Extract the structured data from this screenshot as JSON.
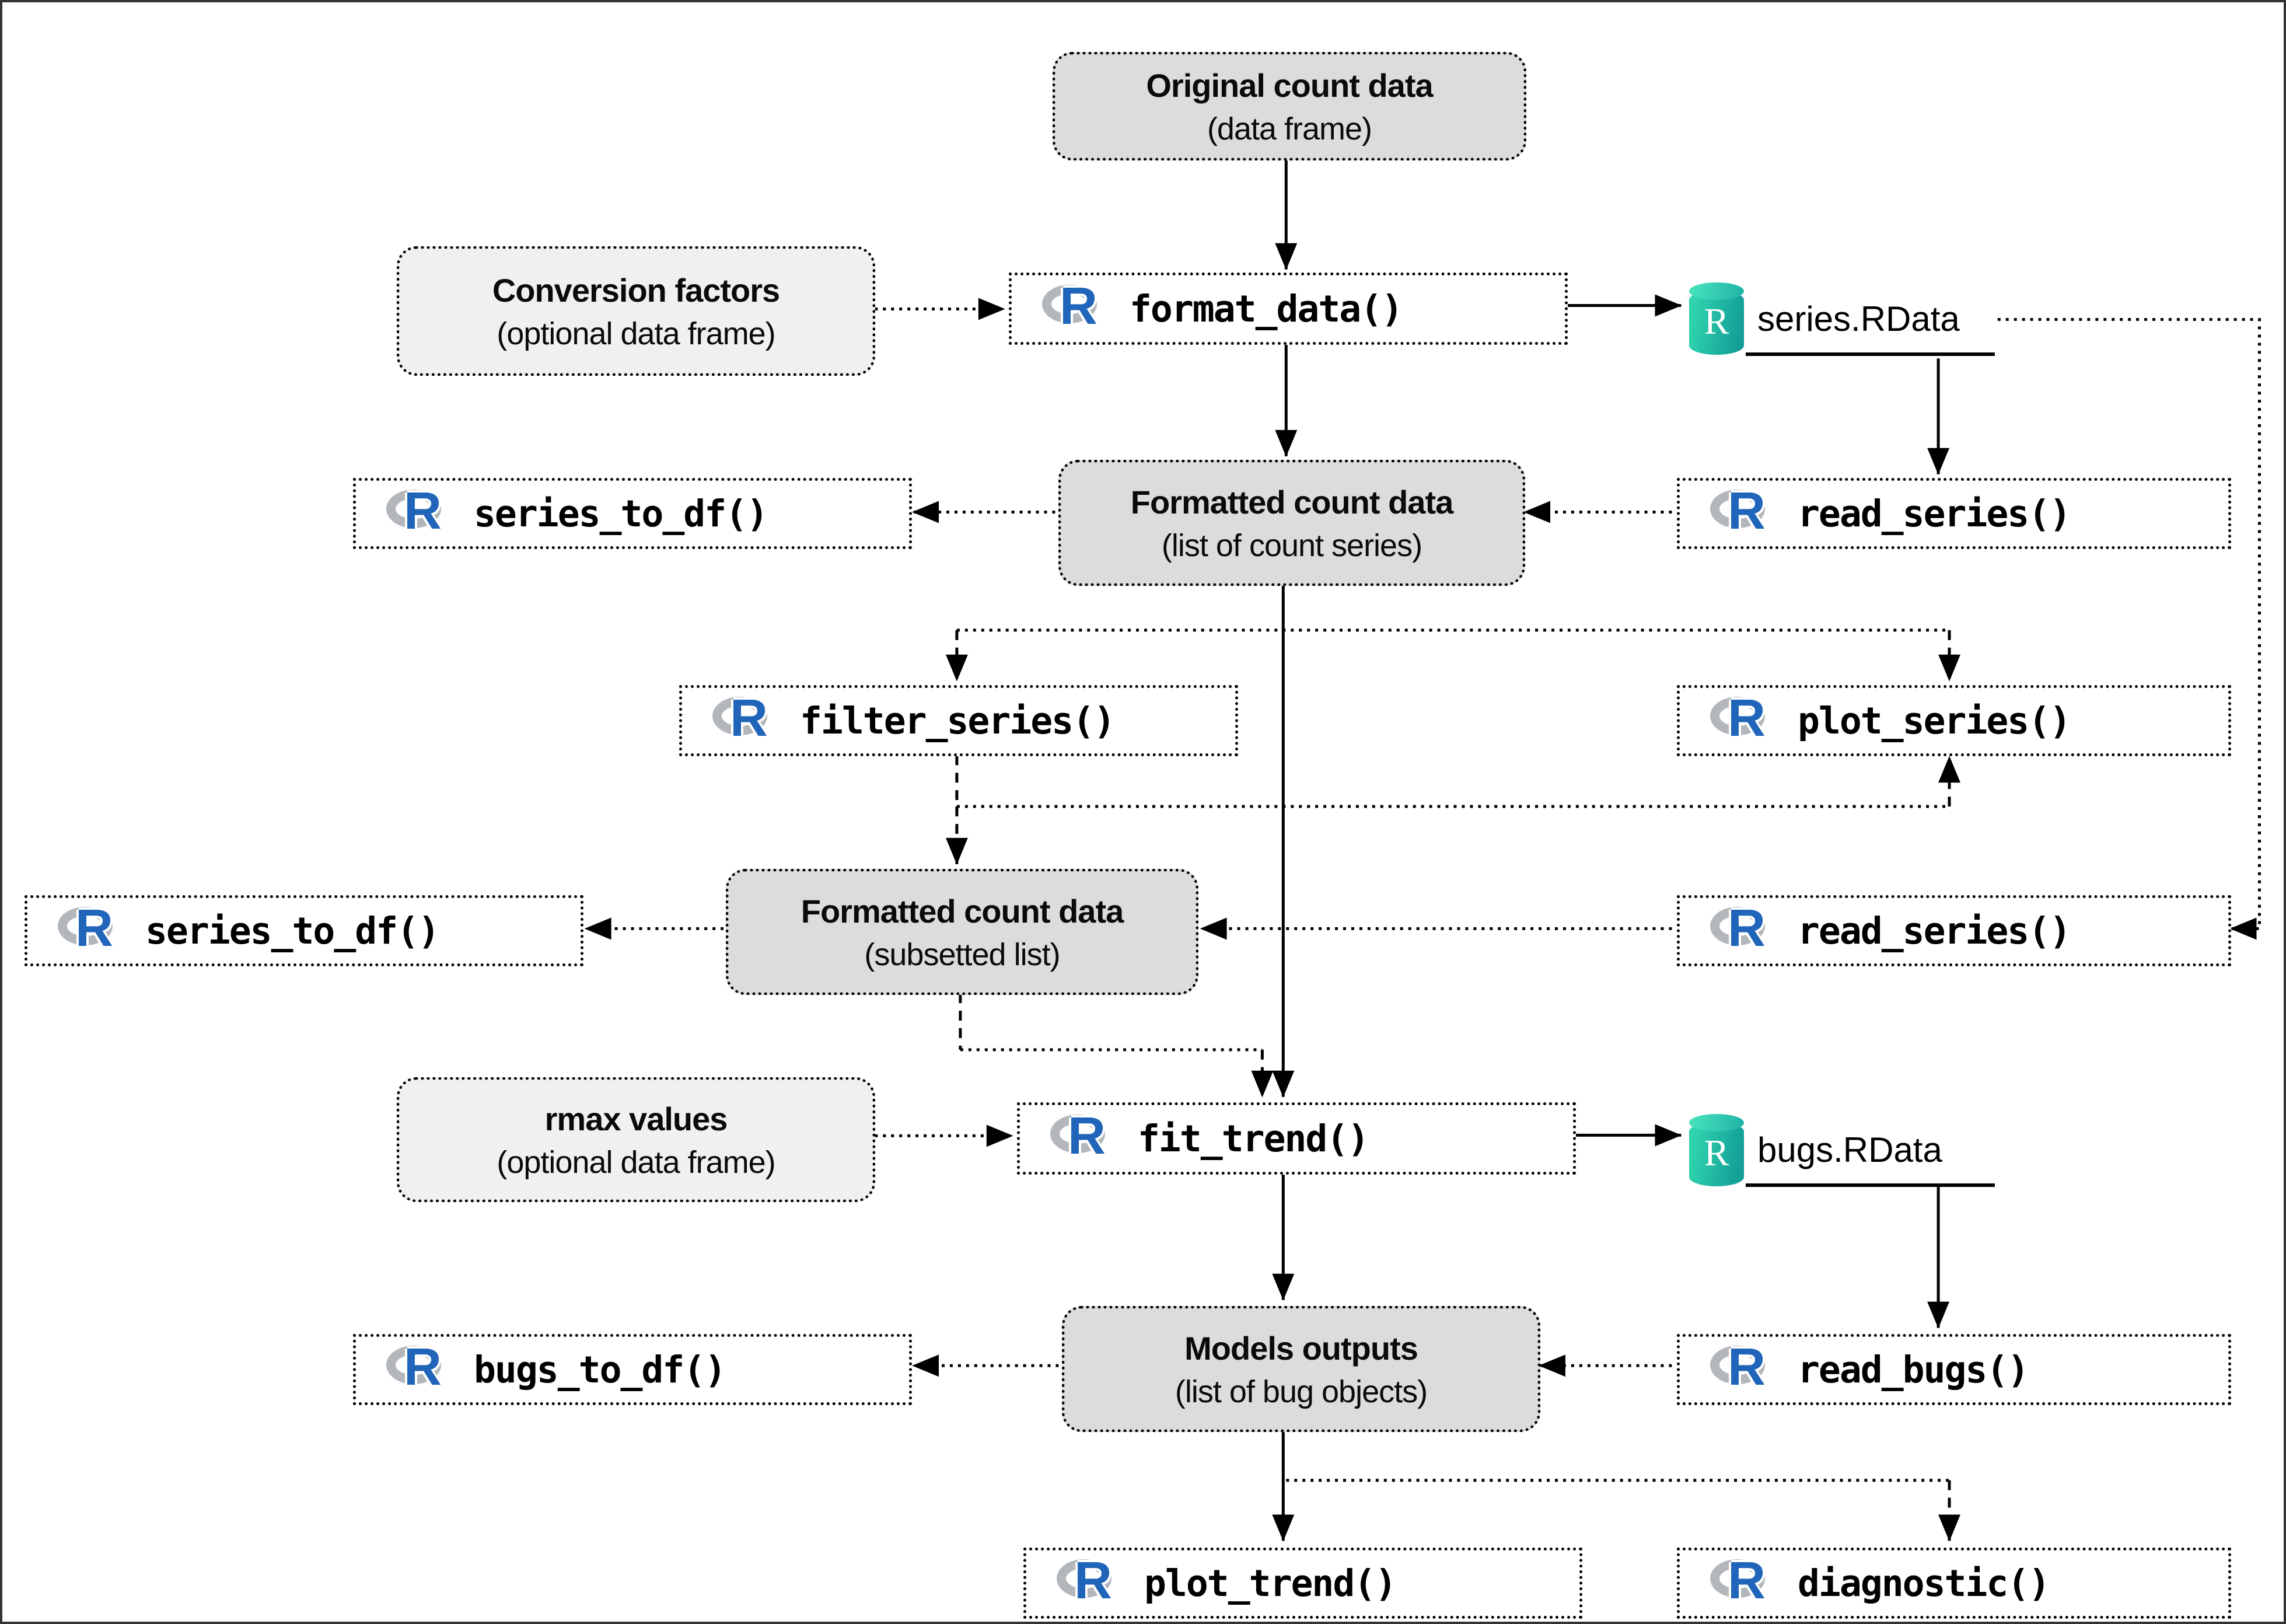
{
  "figure": {
    "background": "#ffffff",
    "border_color": "#333333"
  },
  "colors": {
    "data_box_fill": "#dcdcdc",
    "optional_box_fill": "#f0f0f0",
    "function_box_fill": "#ffffff",
    "line_color": "#000000",
    "r_logo_blue": "#2065BA",
    "r_logo_ring_gray": "#b3b7bc",
    "rdata_teal_light": "#2fd4ae",
    "rdata_teal_dark": "#139e97"
  },
  "icons": {
    "r_letter": "R",
    "rdata_letter": "R"
  },
  "nodes": {
    "original_count_data": {
      "title": "Original count data",
      "subtitle": "(data frame)"
    },
    "conversion_factors": {
      "title": "Conversion factors",
      "subtitle": "(optional data frame)"
    },
    "format_data": {
      "label": "format_data()"
    },
    "series_rdata": {
      "label": "series.RData"
    },
    "series_to_df_1": {
      "label": "series_to_df()"
    },
    "formatted_count_data": {
      "title": "Formatted count data",
      "subtitle": "(list of count series)"
    },
    "read_series_1": {
      "label": "read_series()"
    },
    "filter_series": {
      "label": "filter_series()"
    },
    "plot_series": {
      "label": "plot_series()"
    },
    "series_to_df_2": {
      "label": "series_to_df()"
    },
    "formatted_subsetted": {
      "title": "Formatted count data",
      "subtitle": "(subsetted list)"
    },
    "read_series_2": {
      "label": "read_series()"
    },
    "rmax_values": {
      "title": "rmax values",
      "subtitle": "(optional data frame)"
    },
    "fit_trend": {
      "label": "fit_trend()"
    },
    "bugs_rdata": {
      "label": "bugs.RData"
    },
    "bugs_to_df": {
      "label": "bugs_to_df()"
    },
    "models_outputs": {
      "title": "Models outputs",
      "subtitle": "(list of bug objects)"
    },
    "read_bugs": {
      "label": "read_bugs()"
    },
    "plot_trend": {
      "label": "plot_trend()"
    },
    "diagnostic": {
      "label": "diagnostic()"
    }
  },
  "edges": [
    {
      "from": "original_count_data",
      "to": "format_data",
      "style": "solid"
    },
    {
      "from": "conversion_factors",
      "to": "format_data",
      "style": "dotted"
    },
    {
      "from": "format_data",
      "to": "series_rdata",
      "style": "solid"
    },
    {
      "from": "format_data",
      "to": "formatted_count_data",
      "style": "solid"
    },
    {
      "from": "series_rdata",
      "to": "read_series_1",
      "style": "solid"
    },
    {
      "from": "series_rdata",
      "to": "read_series_2",
      "style": "dotted"
    },
    {
      "from": "read_series_1",
      "to": "formatted_count_data",
      "style": "dotted"
    },
    {
      "from": "formatted_count_data",
      "to": "series_to_df_1",
      "style": "dotted"
    },
    {
      "from": "formatted_count_data",
      "to": "fit_trend",
      "style": "solid"
    },
    {
      "from": "formatted_count_data",
      "to": "filter_series",
      "style": "dotted"
    },
    {
      "from": "formatted_count_data",
      "to": "plot_series",
      "style": "dotted"
    },
    {
      "from": "filter_series",
      "to": "plot_series",
      "style": "dotted"
    },
    {
      "from": "filter_series",
      "to": "formatted_subsetted",
      "style": "dotted"
    },
    {
      "from": "read_series_2",
      "to": "formatted_subsetted",
      "style": "dotted"
    },
    {
      "from": "formatted_subsetted",
      "to": "series_to_df_2",
      "style": "dotted"
    },
    {
      "from": "formatted_subsetted",
      "to": "fit_trend",
      "style": "dotted"
    },
    {
      "from": "rmax_values",
      "to": "fit_trend",
      "style": "dotted"
    },
    {
      "from": "fit_trend",
      "to": "bugs_rdata",
      "style": "solid"
    },
    {
      "from": "fit_trend",
      "to": "models_outputs",
      "style": "solid"
    },
    {
      "from": "bugs_rdata",
      "to": "read_bugs",
      "style": "solid"
    },
    {
      "from": "read_bugs",
      "to": "models_outputs",
      "style": "dotted"
    },
    {
      "from": "models_outputs",
      "to": "bugs_to_df",
      "style": "dotted"
    },
    {
      "from": "models_outputs",
      "to": "plot_trend",
      "style": "solid"
    },
    {
      "from": "models_outputs",
      "to": "diagnostic",
      "style": "dotted"
    }
  ]
}
